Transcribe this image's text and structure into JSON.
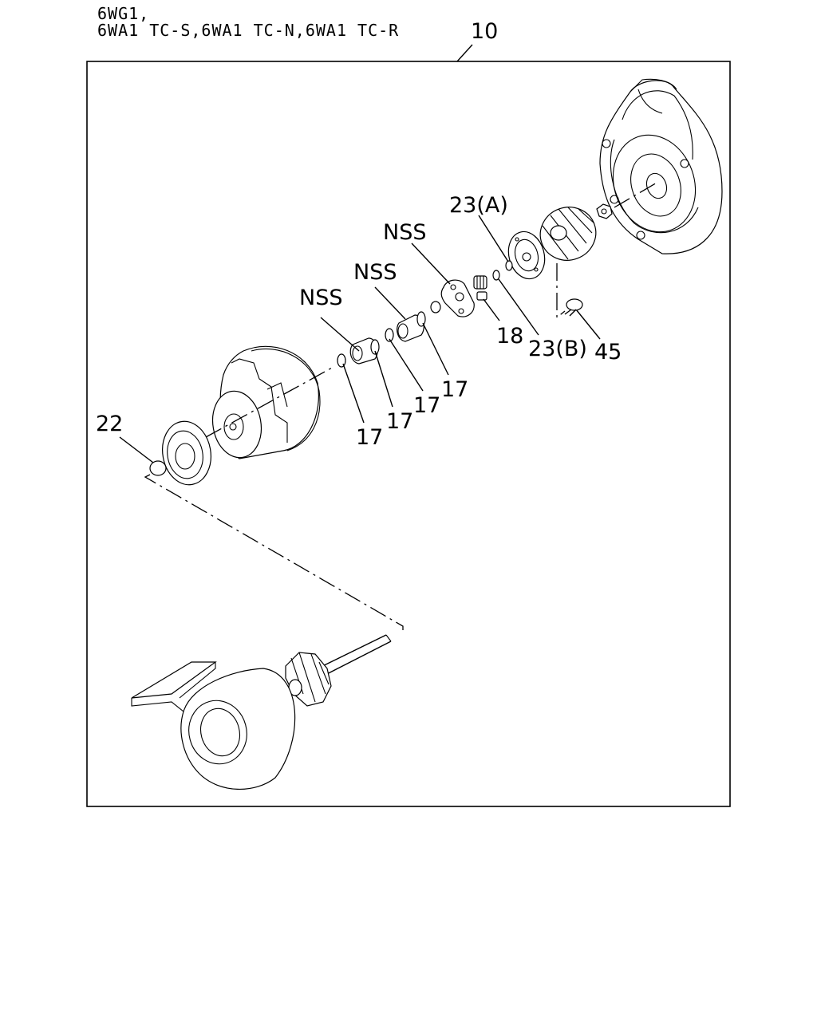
{
  "header": {
    "line1": "6WG1,",
    "line2": "6WA1 TC-S,6WA1 TC-N,6WA1 TC-R"
  },
  "callouts": {
    "assembly": "10",
    "c22": "22",
    "c17a": "17",
    "c17b": "17",
    "c17c": "17",
    "c17d": "17",
    "c18": "18",
    "c23a": "23(A)",
    "c23b": "23(B)",
    "c45": "45",
    "nss1": "NSS",
    "nss2": "NSS",
    "nss3": "NSS"
  }
}
